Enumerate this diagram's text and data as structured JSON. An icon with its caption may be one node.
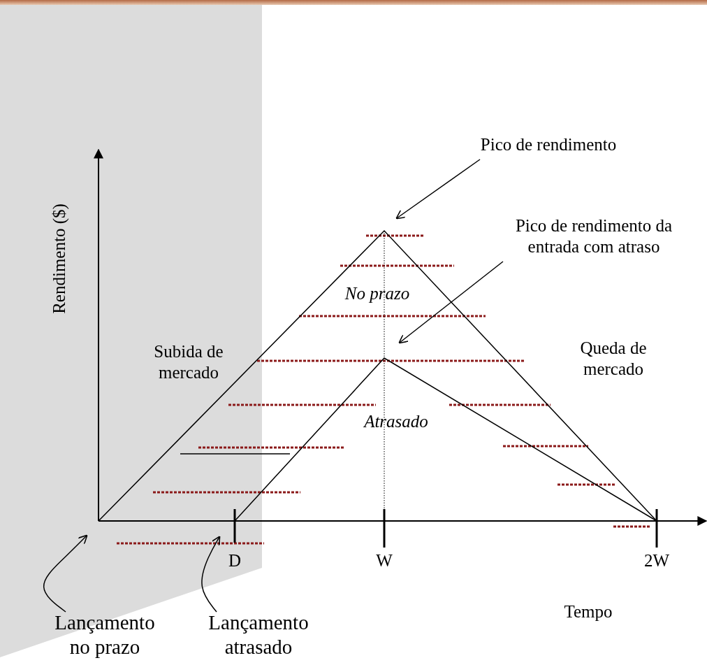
{
  "diagram": {
    "nodes": [
      {
        "text": [
          "Pico de rendimento"
        ]
      },
      {
        "text": [
          "Pico de rendimento da entrada com atraso"
        ]
      },
      {
        "text": [
          "Lançamento no prazo"
        ]
      },
      {
        "text": [
          "Lançamento atrasado"
        ]
      }
    ],
    "edges": [
      {
        "from": 0,
        "to": null,
        "arrow": "to"
      },
      {
        "from": 1,
        "to": null,
        "arrow": "to"
      },
      {
        "from": 2,
        "to": null,
        "arrow": "to"
      },
      {
        "from": 3,
        "to": null,
        "arrow": "to"
      }
    ],
    "labels": [
      "Rendimento ($)",
      "No prazo",
      "Subida de mercado",
      "Queda de mercado",
      "Atrasado",
      "D",
      "W",
      "2W",
      "Tempo"
    ]
  }
}
